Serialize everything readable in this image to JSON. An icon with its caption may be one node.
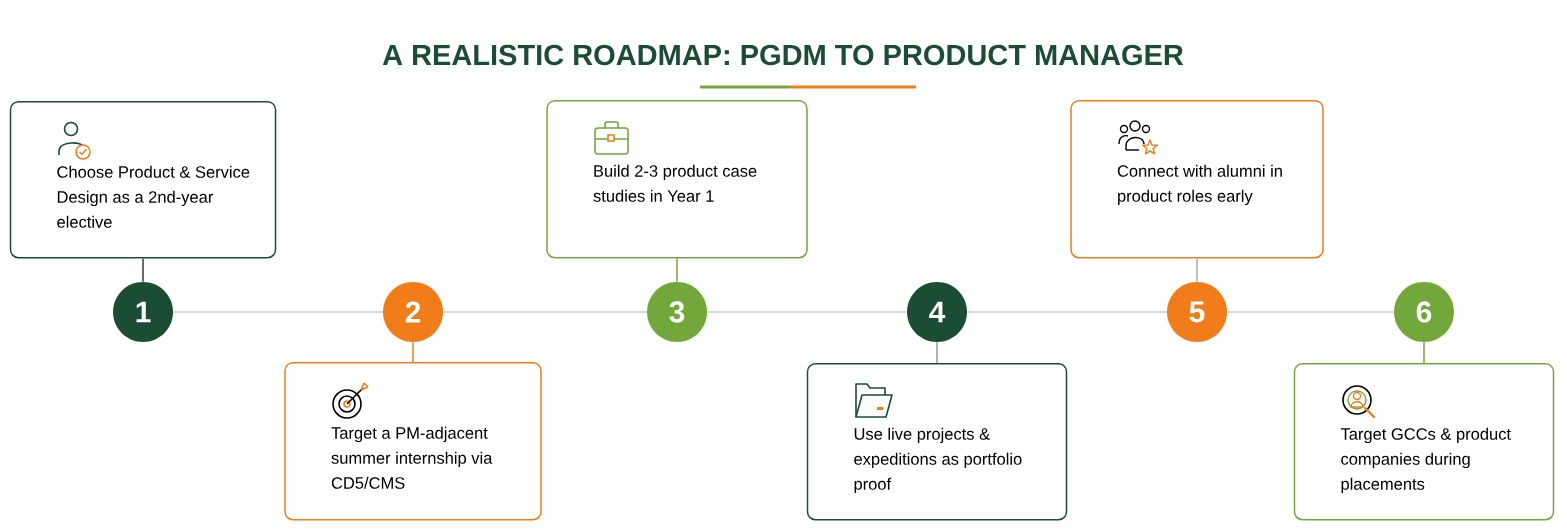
{
  "diagram": {
    "title": "A REALISTIC ROADMAP: PGDM TO PRODUCT MANAGER",
    "nodes": [
      {
        "text": [
          "Choose Product & Service Design as a 2nd-year elective"
        ]
      },
      {
        "text": [
          "1"
        ]
      },
      {
        "text": [
          "2"
        ]
      },
      {
        "text": [
          "Target a PM-adjacent summer internship via CD5/CMS"
        ]
      },
      {
        "text": [
          "Build 2-3 product case studies in Year 1"
        ]
      },
      {
        "text": [
          "3"
        ]
      },
      {
        "text": [
          "4"
        ]
      },
      {
        "text": [
          "Use live projects & expeditions as portfolio proof"
        ]
      },
      {
        "text": [
          "Connect with alumni in product roles early"
        ]
      },
      {
        "text": [
          "5"
        ]
      },
      {
        "text": [
          "6"
        ]
      },
      {
        "text": [
          "Target GCCs & product companies during placements"
        ]
      }
    ],
    "edges": [
      {
        "from": 0,
        "to": 1,
        "arrow": "none",
        "color": "#1b4d35"
      },
      {
        "from": 1,
        "to": 2,
        "arrow": "none",
        "color": "#cccccc"
      },
      {
        "from": 2,
        "to": 3,
        "arrow": "none",
        "color": "#f07c1a"
      },
      {
        "from": 2,
        "to": 5,
        "arrow": "none",
        "color": "#cccccc"
      },
      {
        "from": 4,
        "to": 5,
        "arrow": "none",
        "color": "#72a83a"
      },
      {
        "from": 5,
        "to": 6,
        "arrow": "none",
        "color": "#cccccc"
      },
      {
        "from": 6,
        "to": 7,
        "arrow": "none",
        "color": "#9a9a9a"
      },
      {
        "from": 6,
        "to": 9,
        "arrow": "none",
        "color": "#cccccc"
      },
      {
        "from": 8,
        "to": 9,
        "arrow": "none",
        "color": "#b0a89a"
      },
      {
        "from": 9,
        "to": 10,
        "arrow": "none",
        "color": "#cccccc"
      },
      {
        "from": 10,
        "to": 11,
        "arrow": "none",
        "color": "#72a83a"
      }
    ]
  }
}
